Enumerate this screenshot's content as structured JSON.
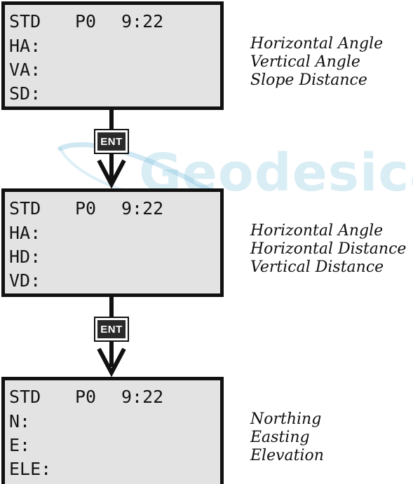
{
  "watermark": {
    "text": "Geodesical",
    "color": "#78bedc"
  },
  "screens": [
    {
      "status": {
        "mode": "STD",
        "point": "P0",
        "time": "9:22"
      },
      "rows": [
        "HA:",
        "VA:",
        "SD:"
      ],
      "descriptions": [
        "Horizontal Angle",
        "Vertical Angle",
        "Slope Distance"
      ]
    },
    {
      "status": {
        "mode": "STD",
        "point": "P0",
        "time": "9:22"
      },
      "rows": [
        "HA:",
        "HD:",
        "VD:"
      ],
      "descriptions": [
        "Horizontal Angle",
        "Horizontal Distance",
        "Vertical Distance"
      ]
    },
    {
      "status": {
        "mode": "STD",
        "point": "P0",
        "time": "9:22"
      },
      "rows": [
        "N:",
        "E:",
        "ELE:"
      ],
      "descriptions": [
        "Northing",
        "Easting",
        "Elevation"
      ]
    }
  ],
  "keys": [
    {
      "label": "ENT"
    },
    {
      "label": "ENT"
    }
  ],
  "colors": {
    "screen_background": "#e3e3e3",
    "border": "#111111",
    "key_face": "#2a2a2a",
    "key_text": "#ffffff"
  }
}
